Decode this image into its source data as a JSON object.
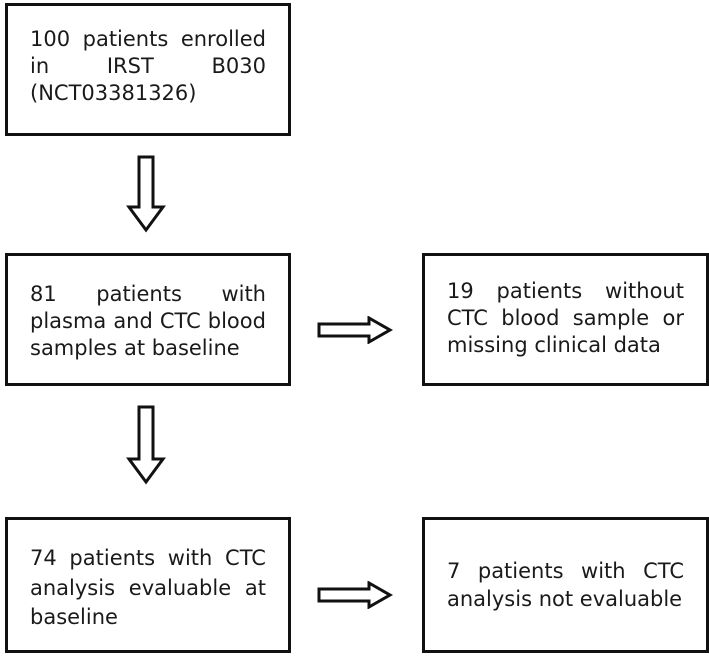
{
  "boxes": {
    "enrolled": {
      "lines": [
        [
          "100",
          "patients",
          "enrolled"
        ],
        [
          "in",
          "IRST",
          "B030"
        ],
        [
          "(NCT03381326)"
        ]
      ]
    },
    "baseline": {
      "lines": [
        [
          "81",
          "patients",
          "with"
        ],
        [
          "plasma",
          "and",
          "CTC",
          "blood"
        ],
        [
          "samples at baseline"
        ]
      ]
    },
    "excluded_samples": {
      "lines": [
        [
          "19",
          "patients",
          "without"
        ],
        [
          "CTC",
          "blood",
          "sample",
          "or"
        ],
        [
          "missing clinical data"
        ]
      ]
    },
    "evaluable": {
      "lines": [
        [
          "74",
          "patients",
          "with",
          "CTC"
        ],
        [
          "analysis",
          "evaluable",
          "at"
        ],
        [
          "baseline"
        ]
      ]
    },
    "not_evaluable": {
      "lines": [
        [
          "7",
          "patients",
          "with",
          "CTC"
        ],
        [
          "analysis not evaluable"
        ]
      ]
    }
  }
}
